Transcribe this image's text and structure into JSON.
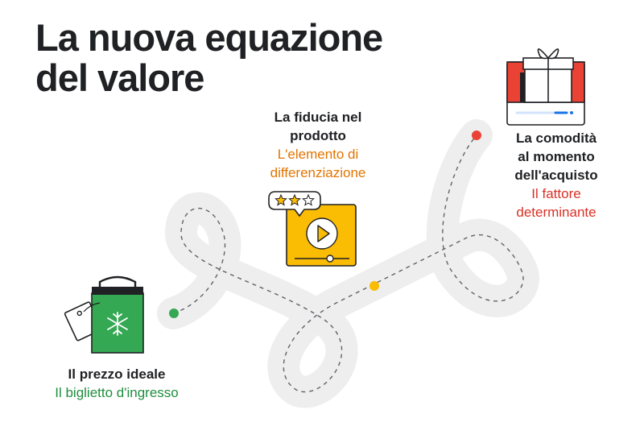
{
  "title": {
    "line1": "La nuova equazione",
    "line2": "del valore"
  },
  "stages": {
    "price": {
      "title": "Il prezzo ideale",
      "subtitle": "Il biglietto d'ingresso",
      "color": "#34a853",
      "icon": "shopping-bag-icon"
    },
    "trust": {
      "title_line1": "La fiducia nel",
      "title_line2": "prodotto",
      "subtitle_line1": "L'elemento di",
      "subtitle_line2": "differenziazione",
      "color": "#fbbc04",
      "icon": "video-play-icon",
      "rating_stars": 2,
      "rating_max": 3
    },
    "convenience": {
      "title_line1": "La comodità",
      "title_line2": "al momento",
      "title_line3": "dell'acquisto",
      "subtitle_line1": "Il fattore",
      "subtitle_line2": "determinante",
      "color": "#ea4335",
      "icon": "gift-box-icon"
    }
  },
  "path": {
    "track_color": "#eeeeee",
    "dash_color": "#5f6368"
  }
}
